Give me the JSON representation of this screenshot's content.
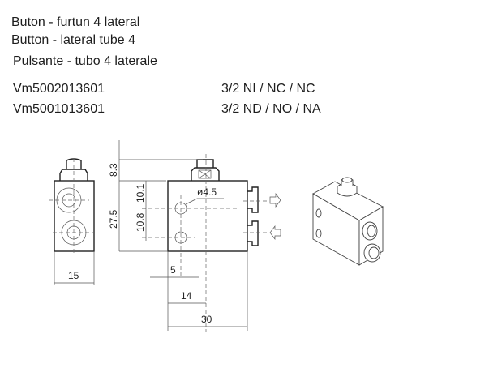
{
  "titles": [
    "Buton - furtun 4 lateral",
    "Button - lateral tube 4",
    "Pulsante - tubo 4 laterale"
  ],
  "models": [
    {
      "code": "Vm5002013601",
      "function": "3/2 NI /   NC / NC"
    },
    {
      "code": "Vm5001013601",
      "function": "3/2 ND / NO / NA"
    }
  ],
  "dimensions": {
    "d1": "8.3",
    "d2": "27.5",
    "d3": "10.1",
    "d4": "10.8",
    "d5": "ø4.5",
    "d6": "15",
    "d7": "5",
    "d8": "14",
    "d9": "30"
  }
}
